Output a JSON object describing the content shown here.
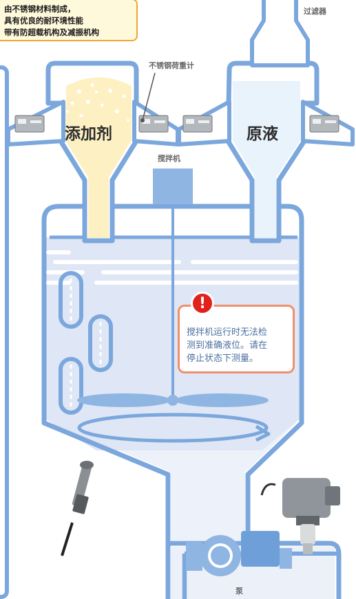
{
  "note": {
    "lines": [
      "由不锈钢材料制成，",
      "具有优良的耐环境性能",
      "带有防超载机构及减振机构"
    ]
  },
  "labels": {
    "filter": "过滤器",
    "load_cell": "不锈钢荷重计",
    "additive": "添加剂",
    "raw_liquid": "原液",
    "agitator": "搅拌机",
    "pump": "泵"
  },
  "warning": {
    "icon": "exclamation-icon",
    "symbol": "!",
    "lines": [
      "搅拌机运行时无法检",
      "测到准确液位。请在",
      "停止状态下测量。"
    ]
  },
  "colors": {
    "outline": "#7ba7dc",
    "liquid": "#dfe6f5",
    "additive": "#fdf1c4",
    "raw_liquid": "#e8f3fb",
    "accent_orange": "#f0a531",
    "warning_red": "#e2211c"
  }
}
